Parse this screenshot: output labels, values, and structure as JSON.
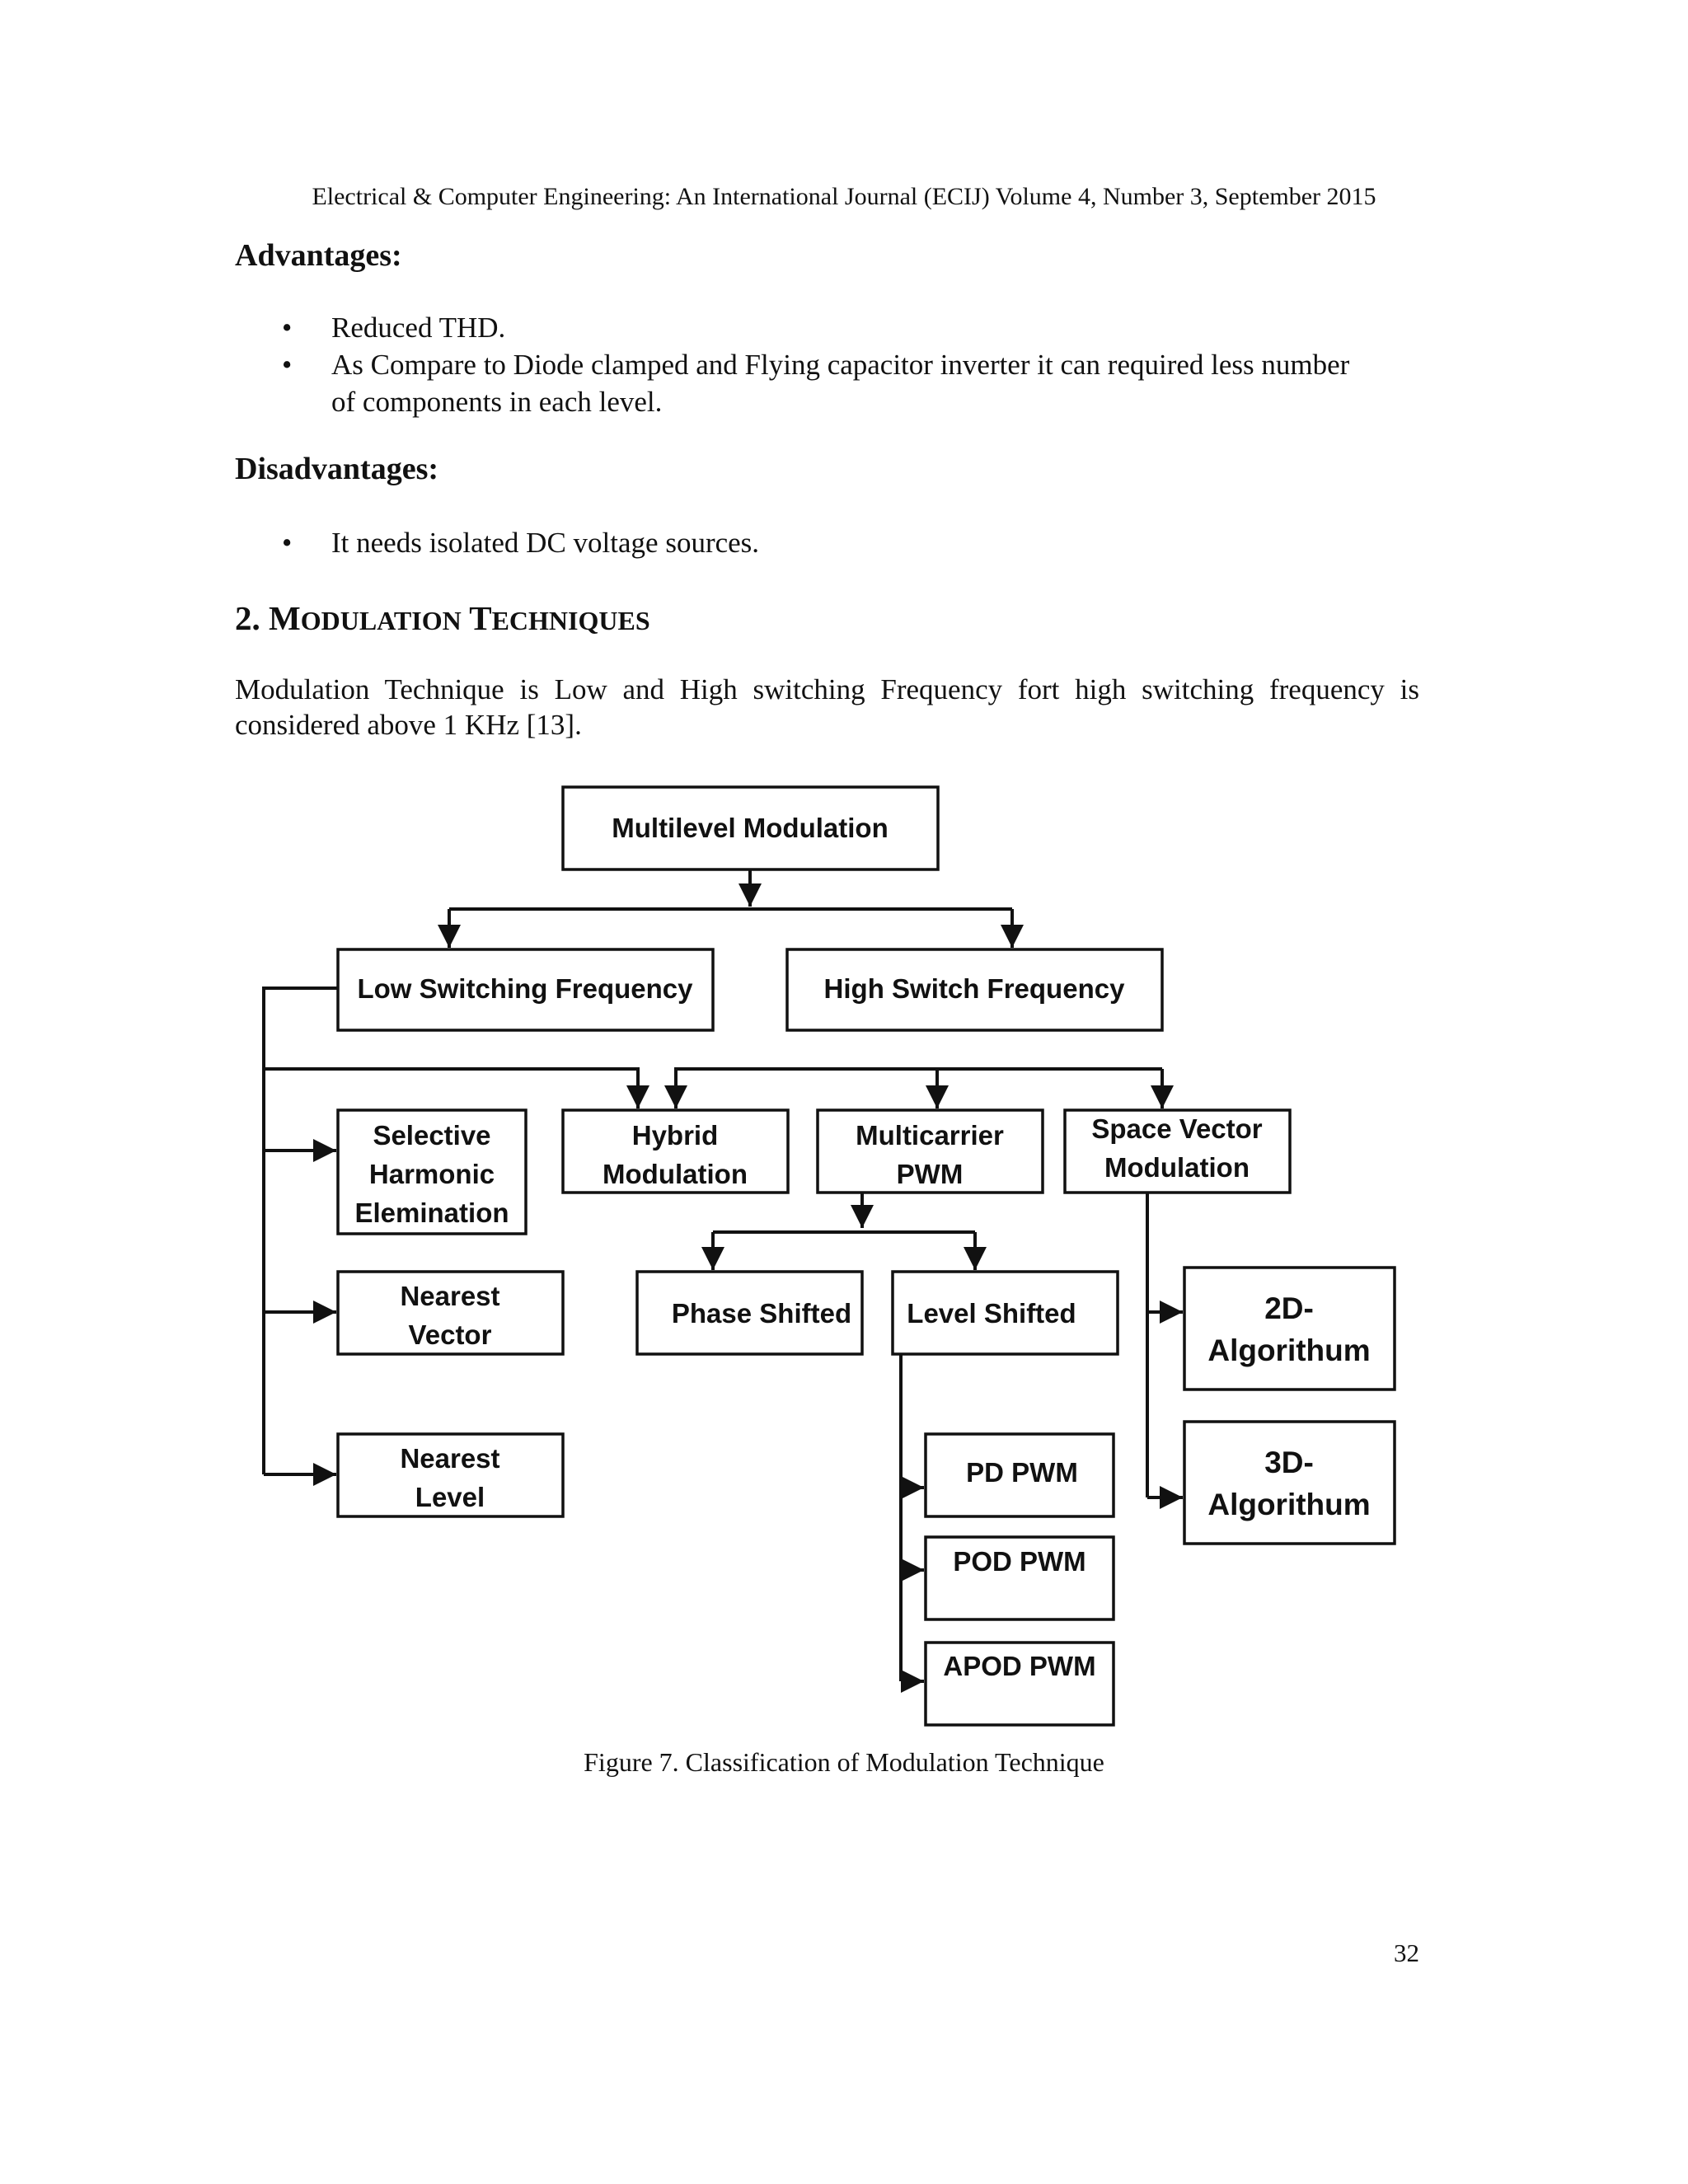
{
  "header": {
    "running_title": "Electrical & Computer Engineering: An International Journal (ECIJ) Volume 4, Number 3, September 2015"
  },
  "advantages": {
    "heading": "Advantages:",
    "items": [
      "Reduced THD.",
      "As Compare to Diode clamped and Flying capacitor inverter it can required less number",
      "of components in each level."
    ]
  },
  "disadvantages": {
    "heading": "Disadvantages:",
    "items": [
      "It needs isolated DC voltage sources."
    ]
  },
  "section": {
    "number": "2.",
    "title_word1_initial": "M",
    "title_word1_rest": "ODULATION",
    "title_word2_initial": "T",
    "title_word2_rest": "ECHNIQUES",
    "paragraph": "Modulation Technique is Low and High switching Frequency fort high switching frequency is considered above 1 KHz [13]."
  },
  "figure": {
    "nodes": {
      "root": "Multilevel Modulation",
      "low": "Low Switching Frequency",
      "high": "High Switch Frequency",
      "she_1": "Selective",
      "she_2": "Harmonic",
      "she_3": "Elemination",
      "hybrid_1": "Hybrid",
      "hybrid_2": "Modulation",
      "multicarrier_1": "Multicarrier",
      "multicarrier_2": "PWM",
      "svm_1": "Space Vector",
      "svm_2": "Modulation",
      "nearest_vector_1": "Nearest",
      "nearest_vector_2": "Vector",
      "nearest_level_1": "Nearest",
      "nearest_level_2": "Level",
      "phase_shifted": "Phase Shifted",
      "level_shifted": "Level Shifted",
      "pd_pwm": "PD PWM",
      "pod_pwm": "POD PWM",
      "apod_pwm": "APOD PWM",
      "alg2d_1": "2D-",
      "alg2d_2": "Algorithum",
      "alg3d_1": "3D-",
      "alg3d_2": "Algorithum"
    },
    "caption": "Figure 7. Classification of Modulation Technique"
  },
  "page_number": "32"
}
